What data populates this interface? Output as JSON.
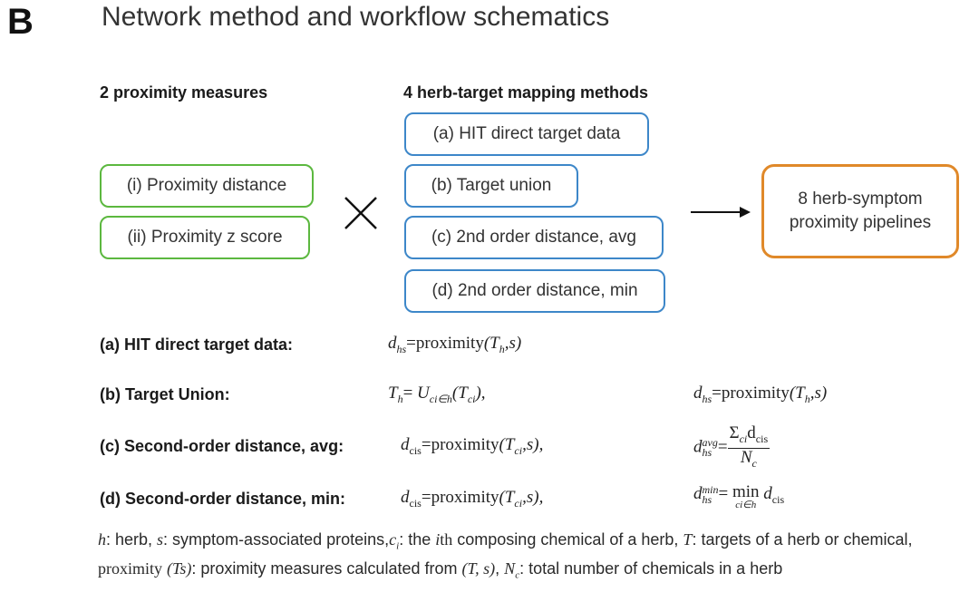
{
  "panel": {
    "letter": "B",
    "title": "Network method and workflow schematics"
  },
  "proximity": {
    "heading": "2 proximity measures",
    "items": [
      {
        "label": "(i) Proximity distance"
      },
      {
        "label_prefix": "(ii) Proximity ",
        "label_var": "z",
        "label_suffix": " score"
      }
    ],
    "color": "#5cb83f"
  },
  "operator": {
    "icon": "times-icon",
    "symbol": "×"
  },
  "mapping": {
    "heading": "4 herb-target mapping methods",
    "items": [
      {
        "label": "(a) HIT direct target data"
      },
      {
        "label": "(b) Target union"
      },
      {
        "label": "(c) 2nd order distance, avg"
      },
      {
        "label": "(d) 2nd order distance, min"
      }
    ],
    "color": "#3d87c9"
  },
  "arrow": {
    "icon": "arrow-right-icon"
  },
  "result": {
    "line1": "8 herb-symptom",
    "line2": "proximity pipelines",
    "color": "#e0892a"
  },
  "methods": [
    {
      "label": "(a) HIT direct target data:",
      "formula1": "d_hs = proximity(T_h, s)"
    },
    {
      "label": "(b) Target Union:",
      "formula1": "T_h = U_{ci∈h}(T_ci),",
      "formula2": "d_hs = proximity(T_h, s)"
    },
    {
      "label": "(c) Second-order distance, avg:",
      "formula1": "d_cis = proximity(T_ci, s),",
      "formula2": "d_hs^avg = Σ_ci d_cis / N_c"
    },
    {
      "label": "(d) Second-order distance, min:",
      "formula1": "d_cis = proximity(T_ci, s),",
      "formula2": "d_hs^min = min_{ci∈h} d_cis"
    }
  ],
  "text": {
    "proximity": "proximity",
    "min": "min",
    "d": "d",
    "T": "T",
    "s": "s",
    "N": "N",
    "U": "U",
    "sigma": "Σ",
    "sub_hs": "hs",
    "sub_h": "h",
    "sub_ci": "ci",
    "sub_cis": "cis",
    "sub_c": "c",
    "sub_cih": "ci∈h",
    "sup_avg": "avg",
    "sup_min": "min"
  },
  "footnote": {
    "h_var": "h",
    "h_desc": ": herb, ",
    "s_var": "s",
    "s_desc": ": symptom-associated proteins,",
    "c_var": "c",
    "c_sub": "i",
    "c_desc": ": the ",
    "i_var": "i",
    "i_th": "th",
    "c_desc2": " composing chemical of a herb, ",
    "T_var": "T",
    "T_desc": ": targets of a herb or chemical, ",
    "prox_word": "proximity",
    "prox_args": "(Ts)",
    "prox_desc": ": proximity measures calculated from ",
    "ts_pair": "(T, s)",
    "comma": ", ",
    "N_var": "N",
    "N_sub": "c",
    "N_desc": ": total number of chemicals in a herb"
  }
}
